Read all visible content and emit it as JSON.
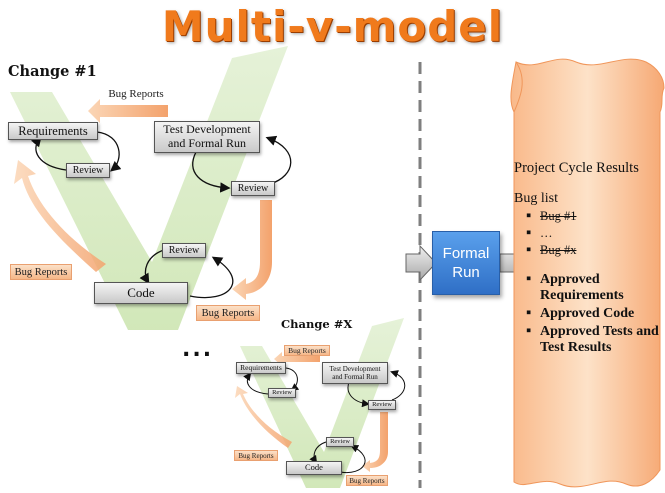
{
  "title": "Multi-v-model",
  "change_1": {
    "label": "Change #1",
    "requirements": "Requirements",
    "test_dev": [
      "Test Development",
      "and Formal Run"
    ],
    "code": "Code",
    "review_1": "Review",
    "review_2": "Review",
    "review_3": "Review",
    "bug_reports_top": "Bug Reports",
    "bug_reports_left": "Bug Reports",
    "bug_reports_bottom": "Bug Reports"
  },
  "ellipsis": "...",
  "change_x": {
    "label": "Change #X",
    "requirements": "Requirements",
    "test_dev": [
      "Test Development",
      "and Formal Run"
    ],
    "code": "Code",
    "review_1": "Review",
    "review_2": "Review",
    "review_3": "Review",
    "bug_reports_top": "Bug Reports",
    "bug_reports_left": "Bug Reports",
    "bug_reports_bottom": "Bug Reports"
  },
  "formal_run": [
    "Formal",
    "Run"
  ],
  "results": {
    "cycle_title": "Project Cycle Results",
    "bug_list_title": "Bug list",
    "bugs": [
      "Bug #1",
      "…",
      "Bug #x"
    ],
    "approved": [
      "Approved Requirements",
      "Approved Code",
      "Approved Tests and Test Results"
    ]
  },
  "colors": {
    "title": "#f07a1c",
    "v_fill": "#d9ecc4",
    "orange_arrow": "#f6b788",
    "formal_run": "#3b7fd6",
    "scroll": "#fbc89a",
    "divider": "#7f7f7f"
  }
}
